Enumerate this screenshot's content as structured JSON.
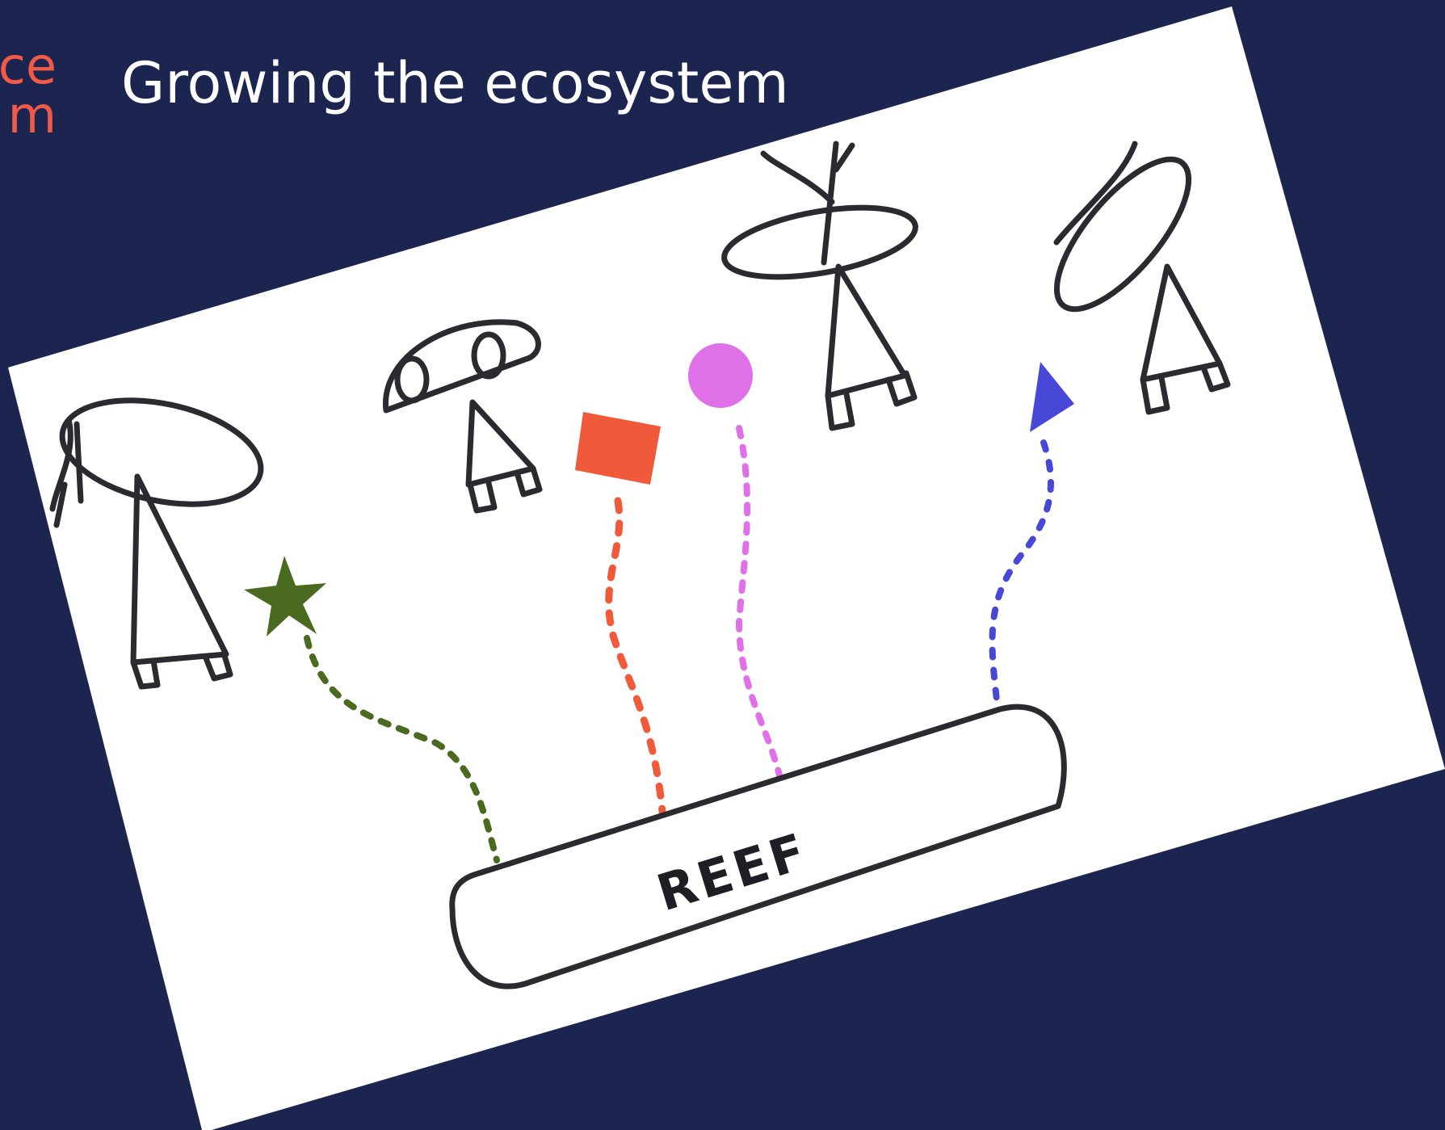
{
  "slide": {
    "title": "Growing the ecosystem",
    "logo_lines": [
      "ce",
      "m"
    ],
    "logo_color": "#f05a46",
    "background": "#1c2450"
  },
  "drawing": {
    "reef_label": "REEF",
    "shapes": [
      {
        "name": "star",
        "color": "#4a6a20"
      },
      {
        "name": "square",
        "color": "#f05a3a"
      },
      {
        "name": "circle",
        "color": "#e070e8"
      },
      {
        "name": "triangle",
        "color": "#4848d8"
      }
    ]
  }
}
